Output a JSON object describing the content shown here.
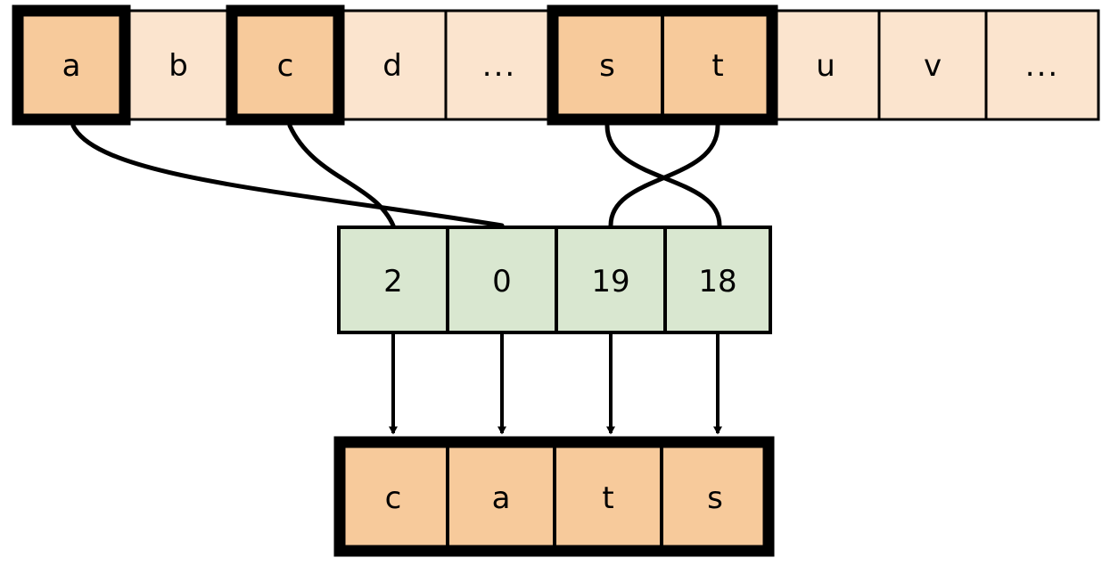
{
  "diagram": {
    "title": "String indexing / gather diagram",
    "colors": {
      "alphabet_fill": "#fbe4ce",
      "alphabet_highlight_fill": "#f7ca9b",
      "index_fill": "#d9e7d0",
      "output_fill": "#f7ca9b",
      "stroke": "#000000",
      "background": "#ffffff"
    },
    "alphabet_row": {
      "name": "alphabet-row",
      "cells": [
        {
          "label": "a",
          "highlighted": true
        },
        {
          "label": "b",
          "highlighted": false
        },
        {
          "label": "c",
          "highlighted": true
        },
        {
          "label": "d",
          "highlighted": false
        },
        {
          "label": "...",
          "highlighted": false
        },
        {
          "label": "s",
          "highlighted": true
        },
        {
          "label": "t",
          "highlighted": true
        },
        {
          "label": "u",
          "highlighted": false
        },
        {
          "label": "v",
          "highlighted": false
        },
        {
          "label": "...",
          "highlighted": false
        }
      ]
    },
    "index_row": {
      "name": "index-row",
      "cells": [
        {
          "label": "2"
        },
        {
          "label": "0"
        },
        {
          "label": "19"
        },
        {
          "label": "18"
        }
      ]
    },
    "output_row": {
      "name": "output-row",
      "cells": [
        {
          "label": "c"
        },
        {
          "label": "a"
        },
        {
          "label": "t"
        },
        {
          "label": "s"
        }
      ]
    },
    "connections": [
      {
        "from": "a",
        "to": "0",
        "type": "curve"
      },
      {
        "from": "c",
        "to": "2",
        "type": "curve"
      },
      {
        "from": "s",
        "to": "18",
        "type": "curve"
      },
      {
        "from": "t",
        "to": "19",
        "type": "curve"
      },
      {
        "from": "2",
        "to": "c",
        "type": "arrow"
      },
      {
        "from": "0",
        "to": "a",
        "type": "arrow"
      },
      {
        "from": "19",
        "to": "t",
        "type": "arrow"
      },
      {
        "from": "18",
        "to": "s",
        "type": "arrow"
      }
    ]
  }
}
